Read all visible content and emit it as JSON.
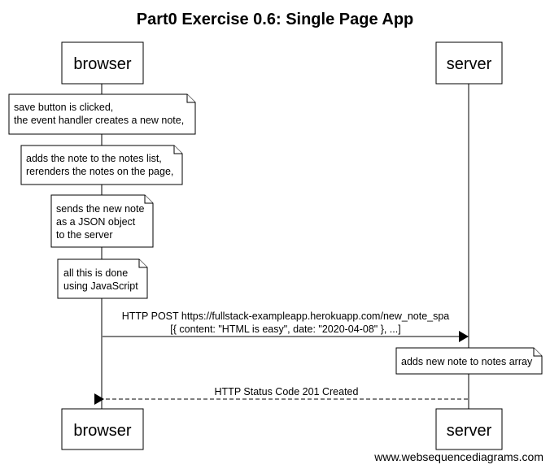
{
  "title": "Part0 Exercise 0.6: Single Page App",
  "actors": {
    "browser": "browser",
    "server": "server"
  },
  "notes": [
    [
      "save button is clicked,",
      "the event handler creates a new note,"
    ],
    [
      "adds the note to the notes list,",
      "rerenders the notes on the page,"
    ],
    [
      "sends the new note",
      "as a JSON object",
      "to the server"
    ],
    [
      "all this is done",
      "using JavaScript"
    ],
    [
      "adds new note to notes array"
    ]
  ],
  "messages": [
    {
      "from": "browser",
      "to": "server",
      "style": "solid",
      "lines": [
        "HTTP POST https://fullstack-exampleapp.herokuapp.com/new_note_spa",
        "[{ content: \"HTML is easy\", date: \"2020-04-08\" }, ...]"
      ]
    },
    {
      "from": "server",
      "to": "browser",
      "style": "dashed",
      "lines": [
        "HTTP Status Code 201 Created"
      ]
    }
  ],
  "watermark": "www.websequencediagrams.com"
}
